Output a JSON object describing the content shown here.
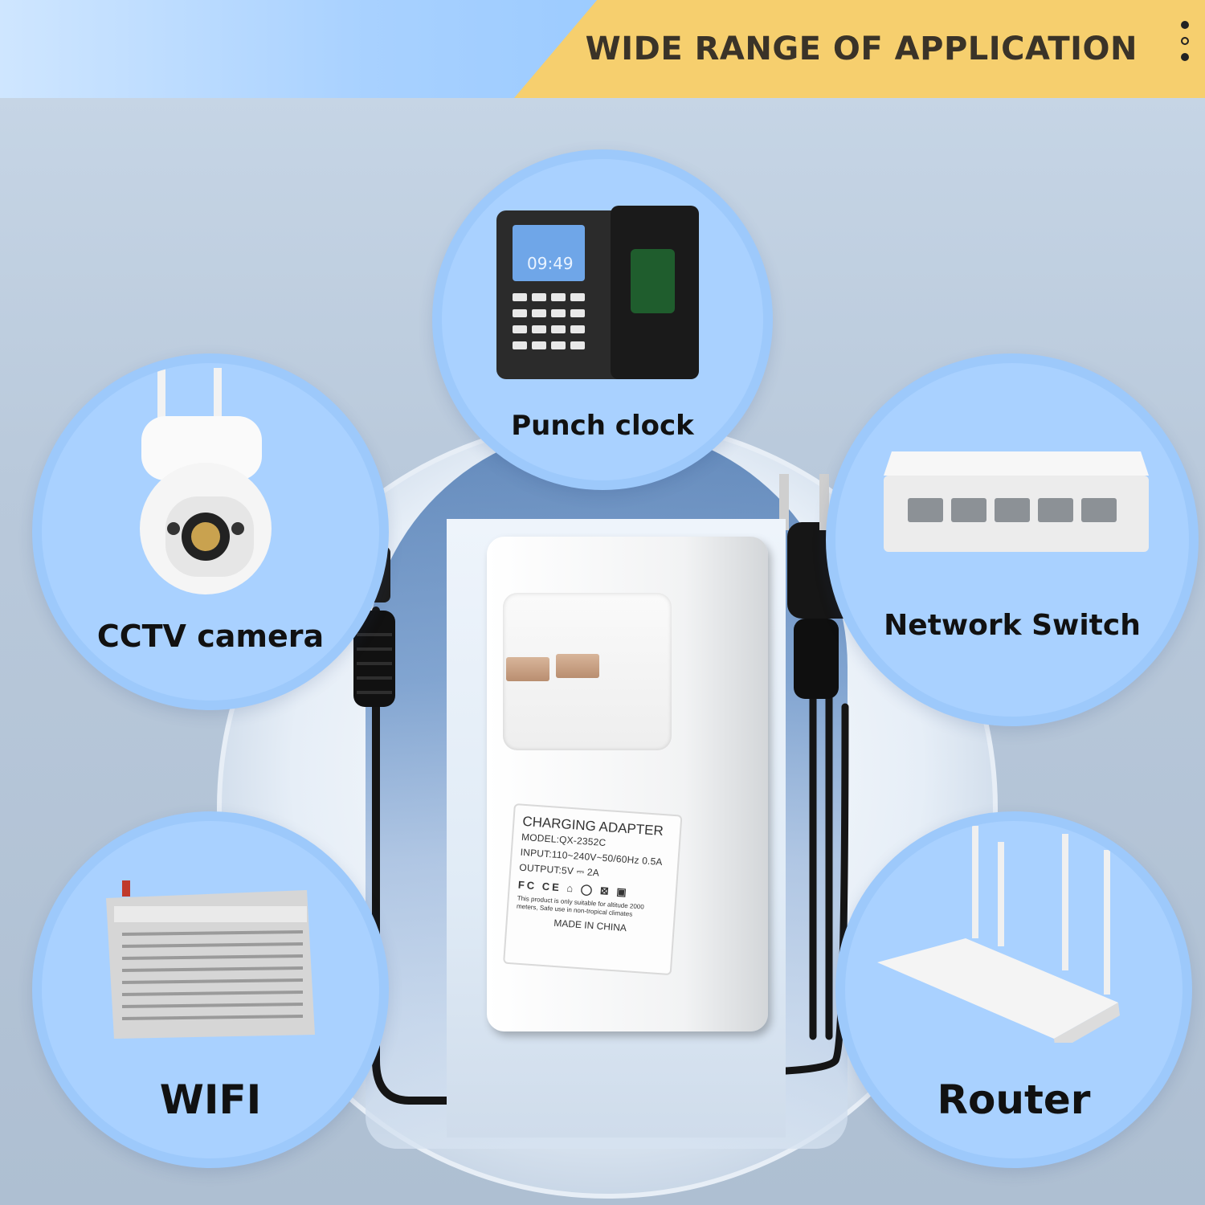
{
  "header": {
    "title": "WIDE RANGE OF APPLICATION",
    "accent_color": "#f6cf6e"
  },
  "applications": [
    {
      "label": "Punch clock",
      "icon": "punch-clock"
    },
    {
      "label": "CCTV camera",
      "icon": "cctv-camera"
    },
    {
      "label": "Network Switch",
      "icon": "network-switch"
    },
    {
      "label": "WIFI",
      "icon": "wifi-modem"
    },
    {
      "label": "Router",
      "icon": "router"
    }
  ],
  "punch_clock_display": "09:49",
  "adapter_label": {
    "title": "CHARGING ADAPTER",
    "model": "MODEL:QX-2352C",
    "input": "INPUT:110~240V~50/60Hz 0.5A",
    "output": "OUTPUT:5V ⎓ 2A",
    "marks": "FC CE ⌂ ◯ ⊠ ▣",
    "note": "This product is only suitable for altitude 2000 meters, Safe use in non-tropical climates",
    "made_in": "MADE IN CHINA"
  },
  "colors": {
    "circle_fill": "#a9d1ff",
    "circle_border": "#9dc9fb",
    "label_text": "#111111"
  }
}
